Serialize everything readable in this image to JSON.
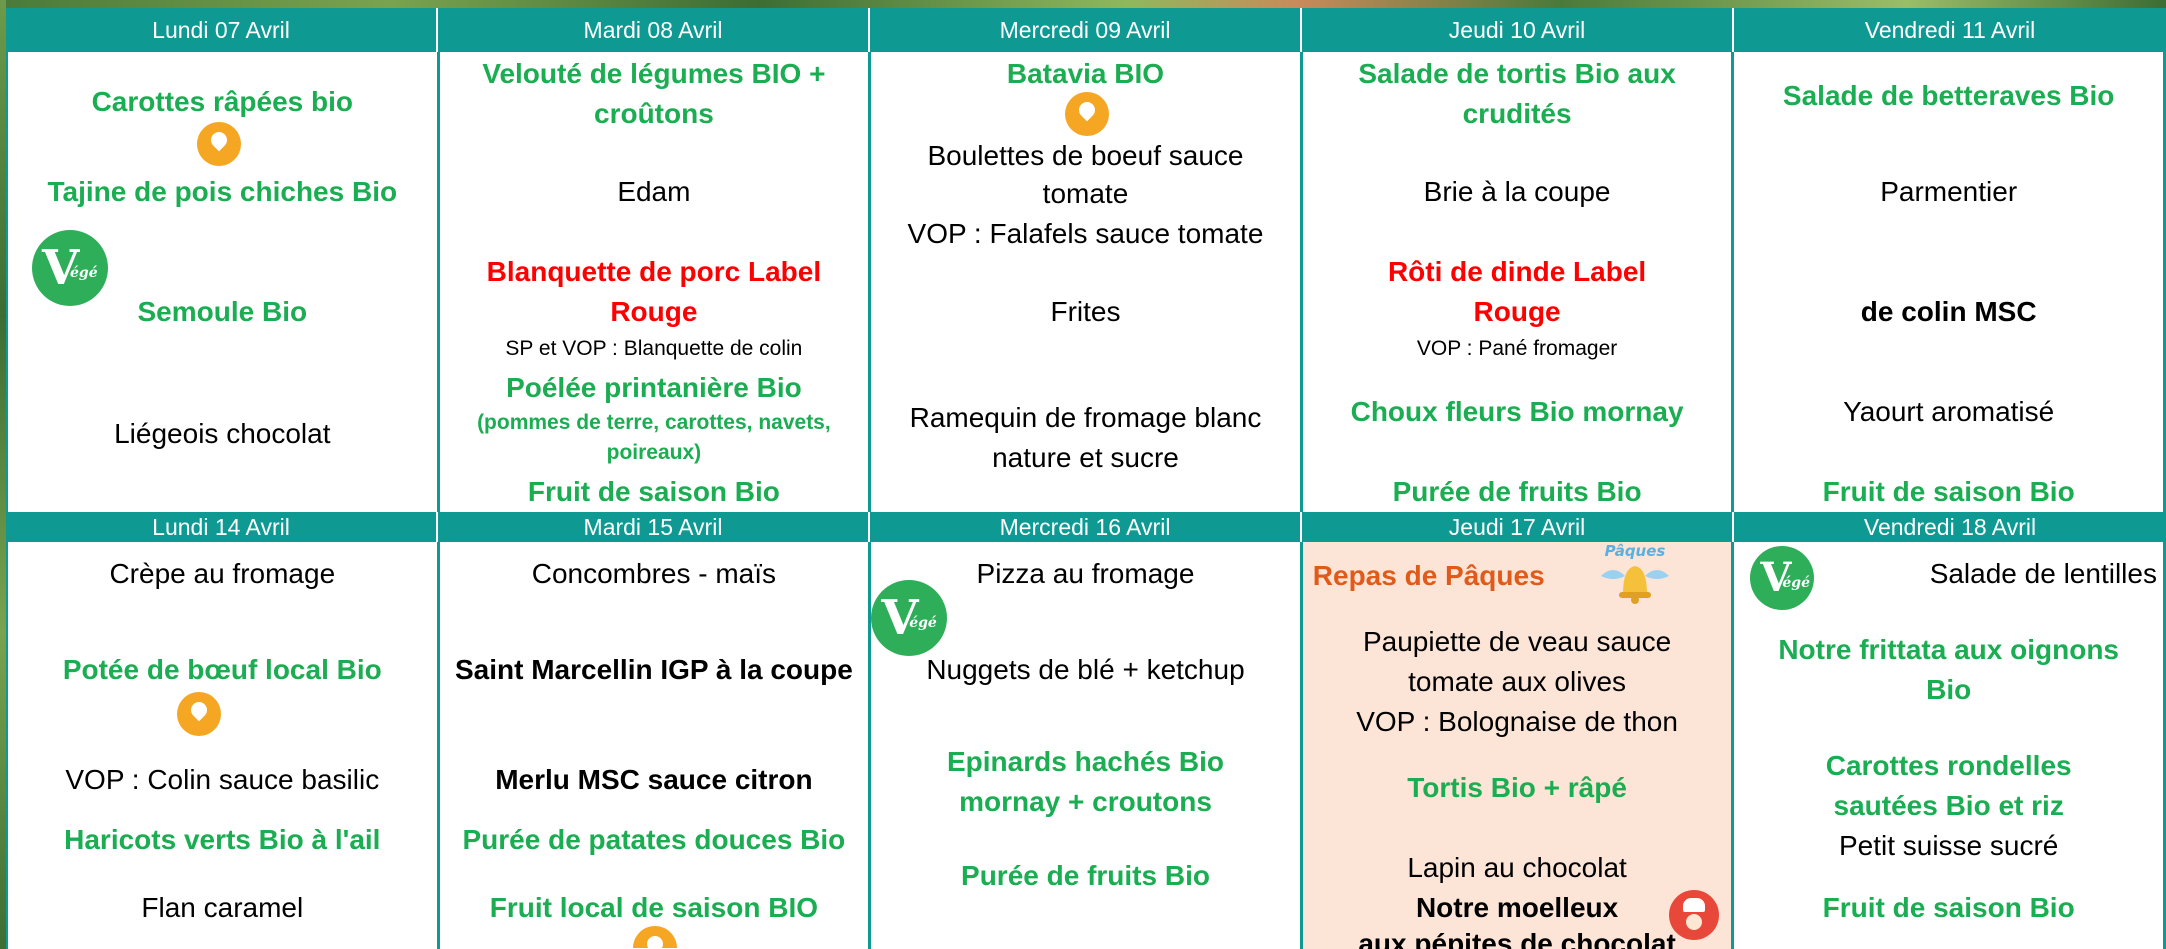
{
  "week1": {
    "days": [
      {
        "label": "Lundi 07 Avril",
        "items": [
          "Carottes râpées bio",
          "Tajine de pois chiches Bio",
          "Semoule Bio",
          "Liégeois chocolat"
        ]
      },
      {
        "label": "Mardi 08 Avril",
        "items": [
          "Velouté de légumes BIO +",
          "croûtons",
          "Edam",
          "Blanquette de porc Label",
          "Rouge",
          "SP et VOP : Blanquette de colin",
          "Poélée printanière Bio",
          "(pommes de terre, carottes, navets,",
          "poireaux)",
          "Fruit de saison Bio"
        ]
      },
      {
        "label": "Mercredi 09 Avril",
        "items": [
          "Batavia BIO",
          "Boulettes de boeuf sauce",
          "tomate",
          "VOP : Falafels sauce tomate",
          "Frites",
          "Ramequin de fromage blanc",
          "nature et sucre"
        ]
      },
      {
        "label": "Jeudi 10 Avril",
        "items": [
          "Salade de tortis Bio aux",
          "crudités",
          "Brie à la coupe",
          "Rôti de dinde Label",
          "Rouge",
          "VOP : Pané fromager",
          "Choux fleurs Bio mornay",
          "Purée de fruits Bio"
        ]
      },
      {
        "label": "Vendredi 11 Avril",
        "items": [
          "Salade de betteraves Bio",
          "Parmentier",
          "de colin MSC",
          "Yaourt aromatisé",
          "Fruit de saison Bio"
        ]
      }
    ]
  },
  "week2": {
    "days": [
      {
        "label": "Lundi 14 Avril",
        "items": [
          "Crèpe au fromage",
          "Potée de bœuf local Bio",
          "VOP : Colin sauce basilic",
          "Haricots verts Bio à l'ail",
          "Flan caramel"
        ]
      },
      {
        "label": "Mardi 15 Avril",
        "items": [
          "Concombres - maïs",
          "Saint Marcellin IGP à la coupe",
          "Merlu MSC sauce citron",
          "Purée de patates douces Bio",
          "Fruit local de saison BIO"
        ]
      },
      {
        "label": "Mercredi 16 Avril",
        "items": [
          "Pizza au fromage",
          "Nuggets de blé + ketchup",
          "Epinards hachés  Bio",
          "mornay + croutons",
          "Purée de fruits Bio"
        ]
      },
      {
        "label": "Jeudi 17 Avril",
        "items": [
          "Repas de Pâques",
          "Paupiette de veau sauce",
          "tomate aux olives",
          "VOP : Bolognaise de thon",
          "Tortis Bio  + râpé",
          "Lapin au chocolat",
          "Notre moelleux",
          "aux pépites de chocolat"
        ]
      },
      {
        "label": "Vendredi 18 Avril",
        "items": [
          "Salade de lentilles",
          "Notre frittata aux oignons",
          "Bio",
          "Carottes rondelles",
          "sautées Bio et  riz",
          "Petit suisse sucré",
          "Fruit de saison Bio"
        ]
      }
    ]
  },
  "badges": {
    "vege_letter": "V",
    "vege_suffix": "égé",
    "paques_label": "Pâques"
  },
  "colors": {
    "header_bg": "#0e9a93",
    "bio_green": "#1aad52",
    "label_rouge_red": "#ff0000",
    "easter_bg": "#fce4d6",
    "easter_title": "#e05a1a"
  }
}
